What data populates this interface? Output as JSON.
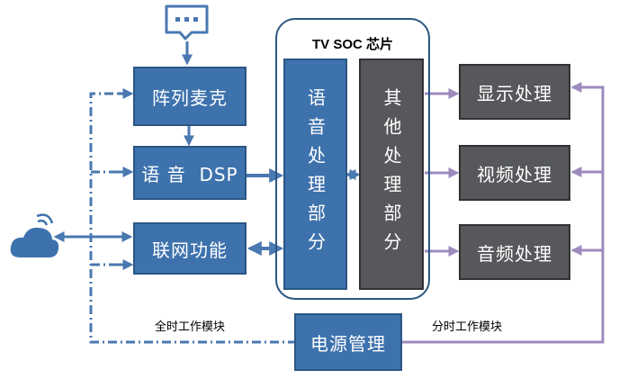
{
  "soc": {
    "title": "TV SOC 芯片"
  },
  "left": {
    "mic": "阵列麦克",
    "dsp": "语 音  DSP",
    "network": "联网功能"
  },
  "soc_blocks": {
    "voice": "语音处理部分",
    "other": "其他处理部分"
  },
  "right": {
    "display": "显示处理",
    "video": "视频处理",
    "audio": "音频处理"
  },
  "power": "电源管理",
  "notes": {
    "full_time": "全时工作模块",
    "part_time": "分时工作模块"
  },
  "colors": {
    "blue": "#3e72ad",
    "dark": "#56585b",
    "purple": "#9d8bbd",
    "line_blue": "#4a78b0"
  },
  "icons": {
    "speech": "speech-bubble-icon",
    "cloud": "cloud-wifi-icon"
  }
}
